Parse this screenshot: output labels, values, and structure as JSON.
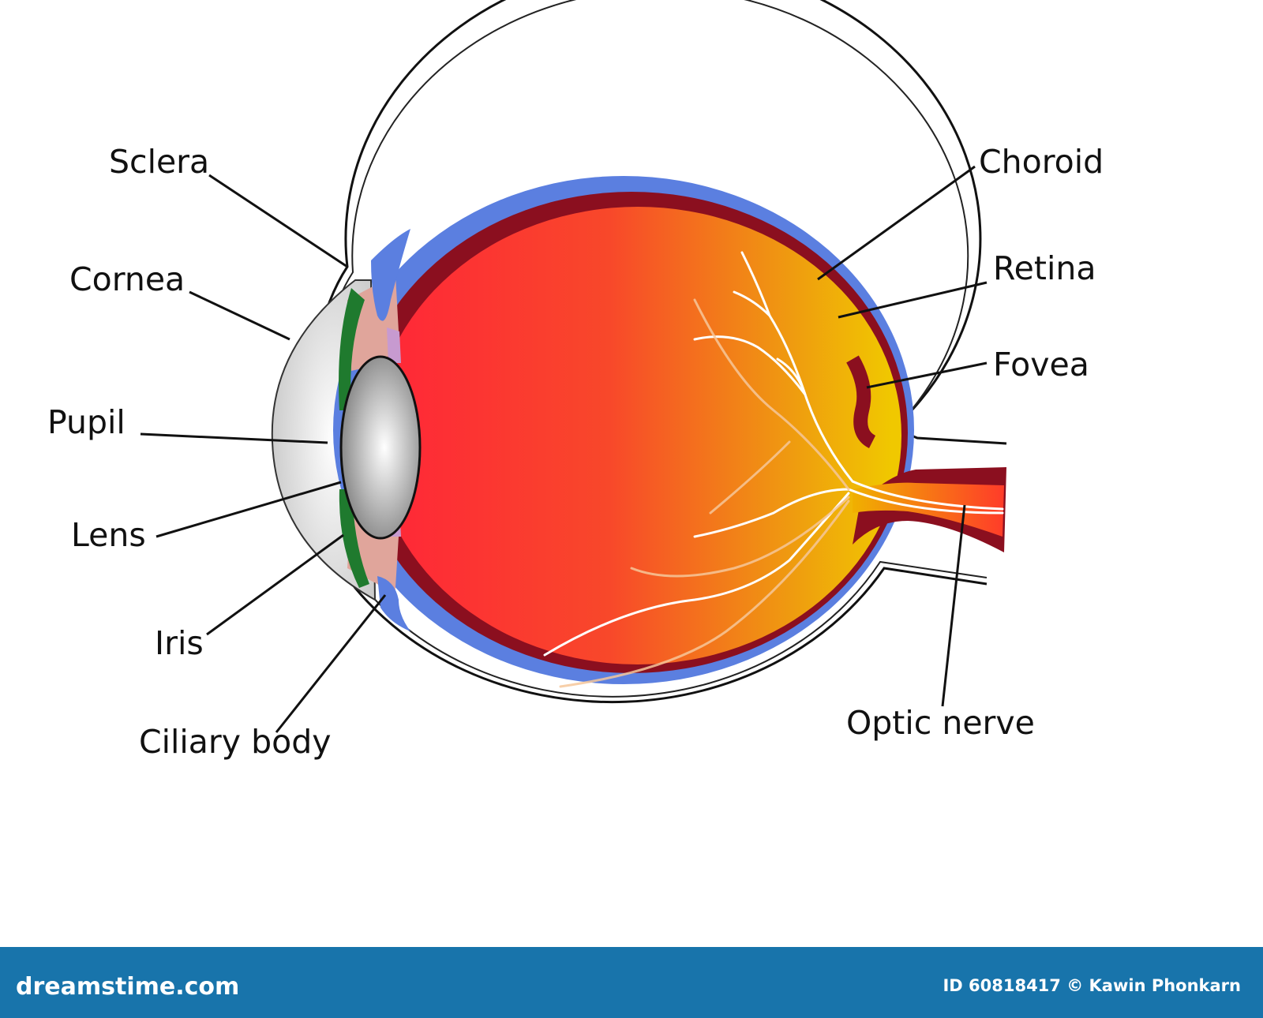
{
  "labels": {
    "sclera": "Sclera",
    "cornea": "Cornea",
    "pupil": "Pupil",
    "lens": "Lens",
    "iris": "Iris",
    "ciliary_body": "Ciliary body",
    "choroid": "Choroid",
    "retina": "Retina",
    "fovea": "Fovea",
    "optic_nerve": "Optic nerve"
  },
  "footer": {
    "brand": "dreamstime.com",
    "credit": "ID 60818417 © Kawin Phonkarn"
  },
  "colors": {
    "vitreous_front": "#ff2a3a",
    "vitreous_back": "#f5c400",
    "choroid": "#8b0f1f",
    "sclera_blue": "#5b7fe0",
    "iris_green": "#1f7a2e",
    "lens_gray": "#b8b8b8",
    "footer_bg": "#1874ab"
  }
}
